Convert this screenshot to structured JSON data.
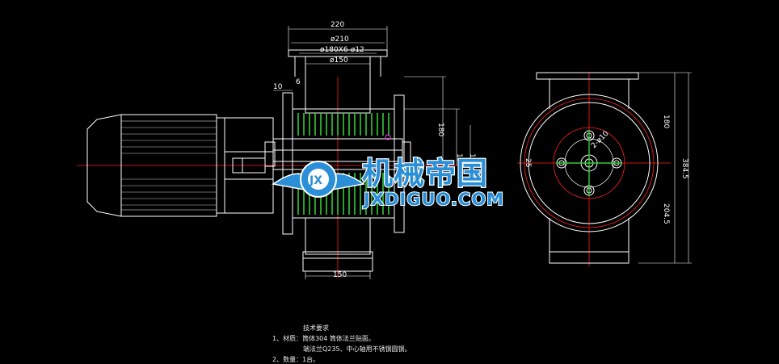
{
  "dimensions": {
    "top_220": "220",
    "top_210": "ø210",
    "top_180x6": "ø180X6-ø12",
    "top_150": "ø150",
    "left_10": "10",
    "left_6": "6",
    "bottom_150": "150",
    "side_180": "180",
    "side_small_a": "19",
    "side_small_b": "19",
    "right_180": "180",
    "right_3845": "384.5",
    "right_2045": "204.5",
    "circle_25": "25",
    "circle_label": "2-ø10"
  },
  "notes": {
    "title": "技术要求",
    "line1": "1、材质：筒体304 筒体法兰贴面。",
    "line2": "端法兰Q235、中心轴用不锈钢圆钢。",
    "line3": "2、数量：1台。"
  },
  "watermark": {
    "cn": "机械帝国",
    "en": "JXDIGUO.COM",
    "badge": "JX"
  },
  "colors": {
    "background": "#000000",
    "lines": "#ffffff",
    "dimension": "#ffffff",
    "centerline": "#ff2020",
    "hatch": "#33cc33",
    "watermark": "#2a8fd6"
  }
}
